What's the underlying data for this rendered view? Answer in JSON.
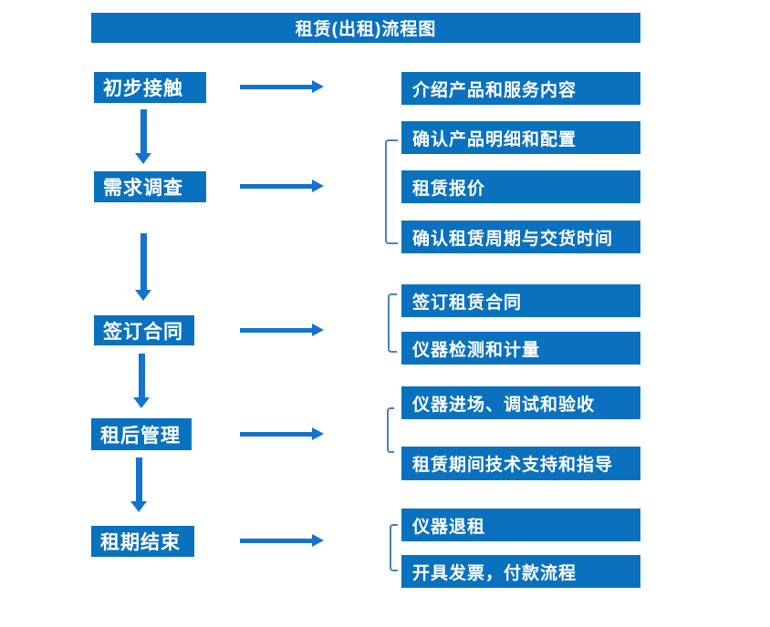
{
  "title": "租赁(出租)流程图",
  "stages": [
    {
      "label": "初步接触",
      "details": [
        "介绍产品和服务内容"
      ]
    },
    {
      "label": "需求调查",
      "details": [
        "确认产品明细和配置",
        "租赁报价",
        "确认租赁周期与交货时间"
      ]
    },
    {
      "label": "签订合同",
      "details": [
        "签订租赁合同",
        "仪器检测和计量"
      ]
    },
    {
      "label": "租后管理",
      "details": [
        "仪器进场、调试和验收",
        "租赁期间技术支持和指导"
      ]
    },
    {
      "label": "租期结束",
      "details": [
        "仪器退租",
        "开具发票，付款流程"
      ]
    }
  ],
  "colors": {
    "box_fill": "#0a71be",
    "arrow": "#1573d0",
    "bracket": "#4a7ec5",
    "box_text": "#ffffff",
    "background": "#ffffff"
  }
}
